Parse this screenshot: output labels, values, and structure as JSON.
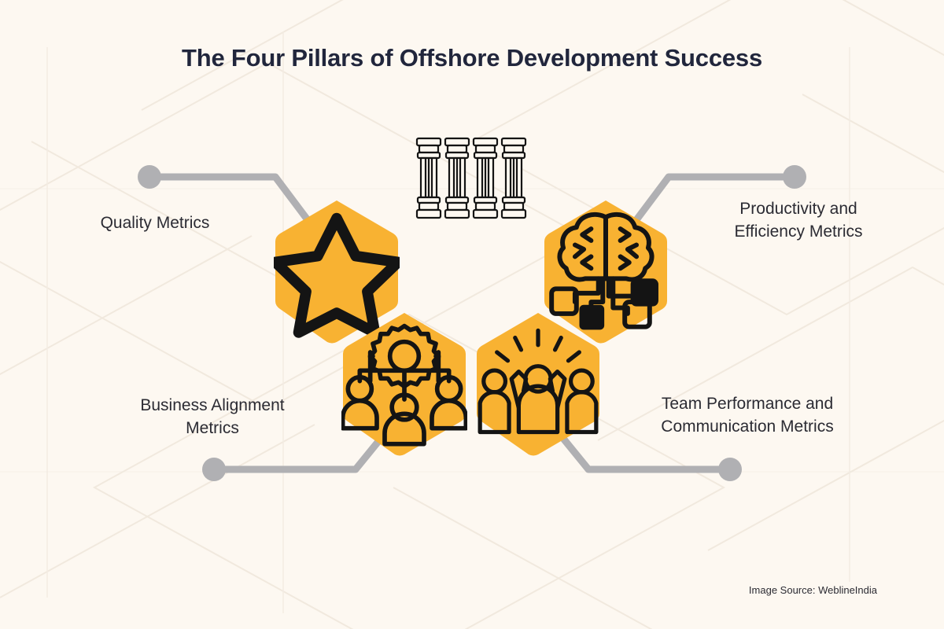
{
  "title": "The Four Pillars of Offshore Development Success",
  "footer": {
    "source": "Image Source: WeblineIndia"
  },
  "colors": {
    "background": "#FDF8F1",
    "hexagon": "#F8B232",
    "title": "#21263C",
    "label": "#2B2B33",
    "connector": "#B0B0B3",
    "icon_stroke": "#141414"
  },
  "center_icon": {
    "name": "four-pillars-icon",
    "count": 4
  },
  "pillars": [
    {
      "id": "quality",
      "label": "Quality Metrics",
      "label_lines": [
        "Quality Metrics"
      ],
      "icon": "star-icon",
      "position": "top-left"
    },
    {
      "id": "productivity",
      "label": "Productivity and Efficiency Metrics",
      "label_lines": [
        "Productivity and",
        "Efficiency Metrics"
      ],
      "icon": "brain-network-icon",
      "position": "top-right"
    },
    {
      "id": "business-alignment",
      "label": "Business Alignment Metrics",
      "label_lines": [
        "Business Alignment",
        "Metrics"
      ],
      "icon": "gear-org-chart-people-icon",
      "position": "bottom-left"
    },
    {
      "id": "team-performance",
      "label": "Team Performance and Communication Metrics",
      "label_lines": [
        "Team Performance and",
        "Communication Metrics"
      ],
      "icon": "celebrating-team-icon",
      "position": "bottom-right"
    }
  ]
}
